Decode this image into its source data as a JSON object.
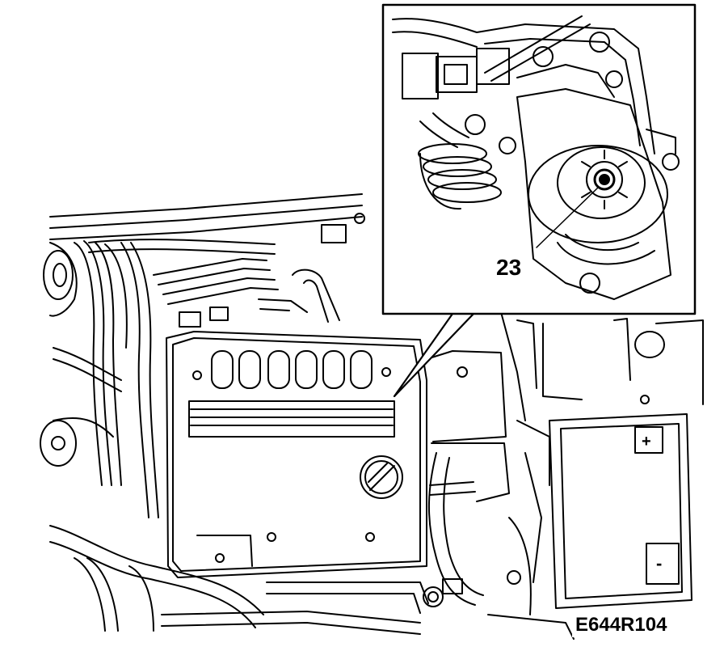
{
  "diagram": {
    "callout_number": "23",
    "figure_code": "E644R104",
    "battery_plus_symbol": "+",
    "battery_minus_symbol": "-"
  },
  "colors": {
    "ink": "#000000",
    "paper": "#ffffff"
  },
  "icons": [
    "engine-bay-illustration",
    "engine-mount-detail",
    "battery-icon",
    "oil-filler-cap-icon"
  ]
}
